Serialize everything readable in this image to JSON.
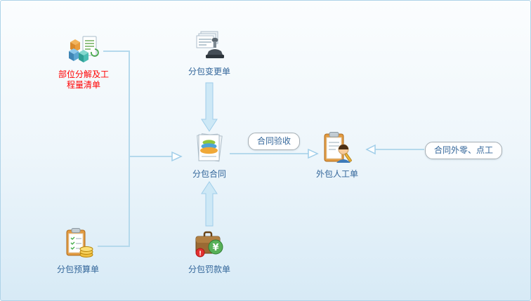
{
  "nodes": {
    "boq": {
      "line1": "部位分解及工",
      "line2": "程量清单"
    },
    "change": {
      "label": "分包变更单"
    },
    "contract": {
      "label": "分包合同"
    },
    "labor": {
      "label": "外包人工单"
    },
    "budget": {
      "label": "分包预算单"
    },
    "fine": {
      "label": "分包罚款单"
    }
  },
  "badges": {
    "acceptance": {
      "label": "合同验收"
    },
    "extra": {
      "label": "合同外零、点工"
    }
  },
  "colors": {
    "label_text": "#33669a",
    "highlight_text": "#ff0000",
    "connector_line": "#b5d9ec",
    "arrow_fill": "#cde8f6",
    "arrow_stroke": "#9fcde9",
    "canvas_border": "#aed3e8"
  }
}
